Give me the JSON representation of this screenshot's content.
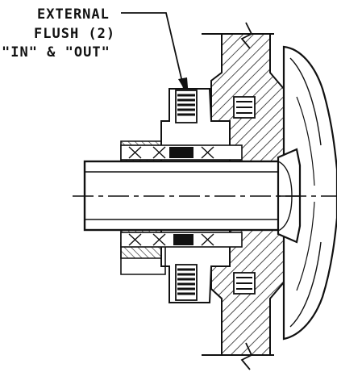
{
  "callout": {
    "line1": "EXTERNAL",
    "line2": "FLUSH (2)",
    "line3": "\"IN\" & \"OUT\""
  },
  "colors": {
    "ink": "#111111",
    "paper": "#ffffff",
    "hatch": "#222222",
    "shade": "#d9d9d9"
  }
}
